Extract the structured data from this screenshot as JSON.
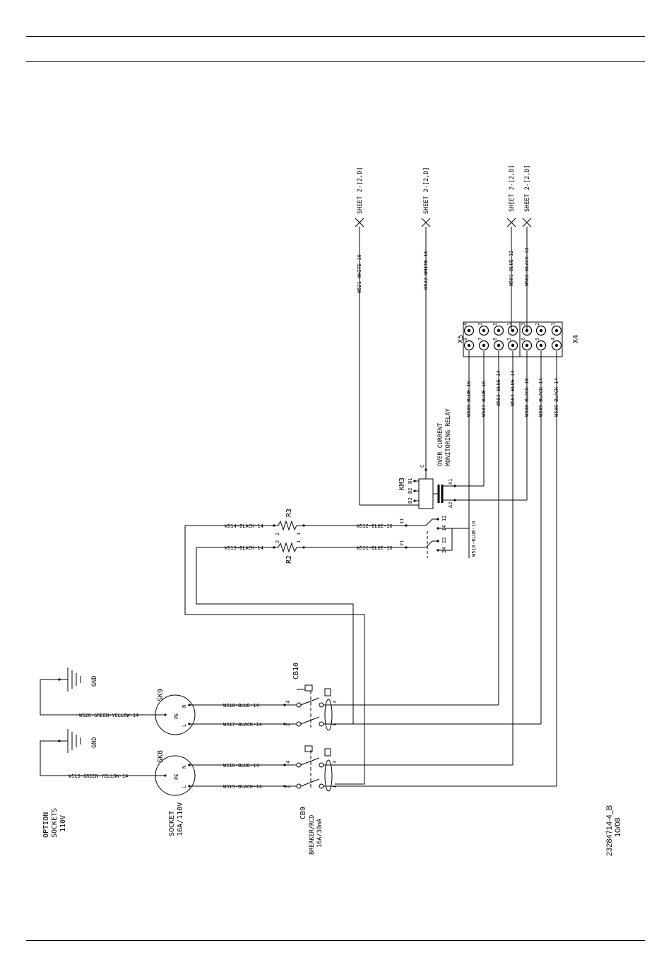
{
  "sheet_refs": [
    "SHEET 2-[2,D]",
    "SHEET 2-[2,D]",
    "SHEET 2-[2,D]",
    "SHEET 2-[2,D]"
  ],
  "wires": {
    "w521": "W521-WHITE-16",
    "w522": "W522-WHITE-16",
    "w501": "W501-BLUE-12",
    "w502": "W502-BLACK-12",
    "w509": "W509-BLUE-16",
    "w507": "W507-BLUE-16",
    "w503": "W503-BLUE-14",
    "w504": "W504-BLUE-14",
    "w508": "W508-BLACK-16",
    "w505": "W505-BLACK-14",
    "w506": "W506-BLACK-14",
    "w510": "W510-BLUE-16",
    "w511": "W511-BLUE-16",
    "w512": "W512-BLUE-16",
    "w513": "W513-BLACK-14",
    "w514": "W514-BLACK-14",
    "w515": "W515-BLACK-14",
    "w516": "W516-BLUE-14",
    "w517": "W517-BLACK-14",
    "w518": "W518-BLUE-14",
    "w519": "W519-GREEN-YELLOW-14",
    "w520": "W520-GREEN-YELLOW-14"
  },
  "connectors": {
    "x5": "X5",
    "x4": "X4",
    "x5_top": [
      "4",
      "3",
      "2",
      "1"
    ],
    "x5_bottom": [
      "8",
      "7",
      "6",
      "5"
    ],
    "x4_top": [
      "3",
      "2",
      "1"
    ],
    "x4_bottom": [
      "6",
      "5",
      "4"
    ]
  },
  "relay": {
    "name": "KM3",
    "desc1": "OVER CURRENT",
    "desc2": "MONITORING RELAY",
    "pins": [
      "C",
      "B1",
      "B2",
      "B3",
      "A1",
      "A2",
      "11",
      "12",
      "14",
      "21",
      "22",
      "24"
    ]
  },
  "resistors": {
    "r3": "R3",
    "r2": "R2",
    "pin1": "1",
    "pin2": "2"
  },
  "breakers": {
    "cb10": "CB10",
    "cb9": "CB9",
    "cb9_desc1": "BREAKER/RCD",
    "cb9_desc2": "16A/30mA",
    "pins": [
      "1",
      "2",
      "3",
      "4"
    ]
  },
  "sockets": {
    "sk9": "SK9",
    "sk8": "SK8",
    "n": "N",
    "l": "L",
    "pe": "PE",
    "desc1": "SOCKET",
    "desc2": "16A/110V"
  },
  "gnd": "GND",
  "option": [
    "OPTION",
    "SOCKETS",
    "110V"
  ],
  "drawing_no": "23284714-4_B",
  "date": "10/08"
}
